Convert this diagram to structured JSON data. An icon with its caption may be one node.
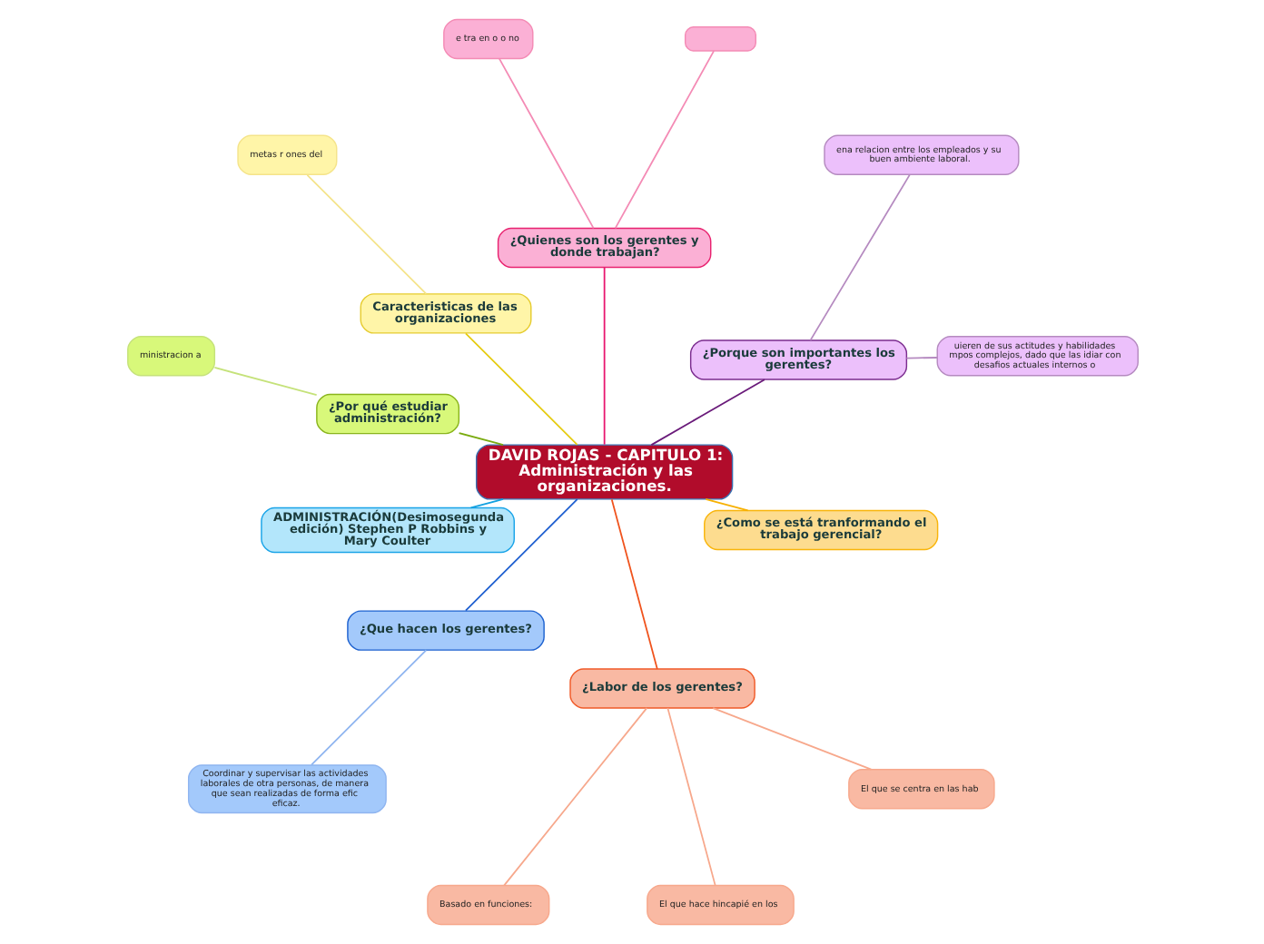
{
  "diagram": {
    "nodes": [
      {
        "text": [
          "DAVID ROJAS - CAPITULO 1: Administración y las organizaciones."
        ]
      },
      {
        "text": [
          "¿Porque son importantes los gerentes?"
        ]
      },
      {
        "text": [
          "uieren de sus actitudes y habilidades mpos complejos, dado que las idiar con desafios actuales internos o"
        ]
      },
      {
        "text": [
          "ena relacion entre los empleados y su buen ambiente laboral."
        ]
      },
      {
        "text": [
          "¿Quienes son los gerentes y donde trabajan?"
        ]
      },
      {
        "text": [],
        "shape": "box"
      },
      {
        "text": [
          "e tra en o o no"
        ]
      },
      {
        "text": [
          "Caracteristicas de las organizaciones"
        ]
      },
      {
        "text": [
          "metas r ones del"
        ]
      },
      {
        "text": [
          "¿Por qué estudiar administración?"
        ]
      },
      {
        "text": [
          "ministracion a"
        ]
      },
      {
        "text": [
          "ADMINISTRACIÓN(Desimosegunda edición) Stephen P Robbins y Mary Coulter"
        ]
      },
      {
        "text": [
          "¿Que hacen los gerentes?"
        ]
      },
      {
        "text": [
          "Coordinar y supervisar las actividades laborales de otra personas, de manera que sean realizadas de forma efic eficaz."
        ]
      },
      {
        "text": [
          "¿Labor de los gerentes?"
        ]
      },
      {
        "text": [
          "Basado en funciones:"
        ]
      },
      {
        "text": [
          "El que hace hincapié en los"
        ]
      },
      {
        "text": [
          "El que se centra en las hab"
        ]
      },
      {
        "text": [
          "¿Como se está tranformando el trabajo gerencial?"
        ]
      }
    ],
    "edges": [
      {
        "from": 0,
        "to": 1,
        "arrow": "none",
        "color": "#6a1b7a"
      },
      {
        "from": 1,
        "to": 2,
        "arrow": "none",
        "color": "#b58ac0"
      },
      {
        "from": 1,
        "to": 3,
        "arrow": "none",
        "color": "#b58ac0"
      },
      {
        "from": 0,
        "to": 4,
        "arrow": "none",
        "color": "#e8166f"
      },
      {
        "from": 4,
        "to": 5,
        "arrow": "none",
        "color": "#f48bb5"
      },
      {
        "from": 4,
        "to": 6,
        "arrow": "none",
        "color": "#f48bb5"
      },
      {
        "from": 0,
        "to": 7,
        "arrow": "none",
        "color": "#e6cc10"
      },
      {
        "from": 7,
        "to": 8,
        "arrow": "none",
        "color": "#f5e48a"
      },
      {
        "from": 0,
        "to": 9,
        "arrow": "none",
        "color": "#7aab10"
      },
      {
        "from": 9,
        "to": 10,
        "arrow": "none",
        "color": "#c5e27a"
      },
      {
        "from": 0,
        "to": 11,
        "arrow": "none",
        "color": "#10a0e0"
      },
      {
        "from": 0,
        "to": 12,
        "arrow": "none",
        "color": "#1e5fd0"
      },
      {
        "from": 12,
        "to": 13,
        "arrow": "none",
        "color": "#8fb5f0"
      },
      {
        "from": 0,
        "to": 14,
        "arrow": "none",
        "color": "#f0541e"
      },
      {
        "from": 14,
        "to": 15,
        "arrow": "none",
        "color": "#f7a88c"
      },
      {
        "from": 14,
        "to": 16,
        "arrow": "none",
        "color": "#f7a88c"
      },
      {
        "from": 14,
        "to": 17,
        "arrow": "none",
        "color": "#f7a88c"
      },
      {
        "from": 0,
        "to": 18,
        "arrow": "none",
        "color": "#f7b000"
      }
    ]
  }
}
